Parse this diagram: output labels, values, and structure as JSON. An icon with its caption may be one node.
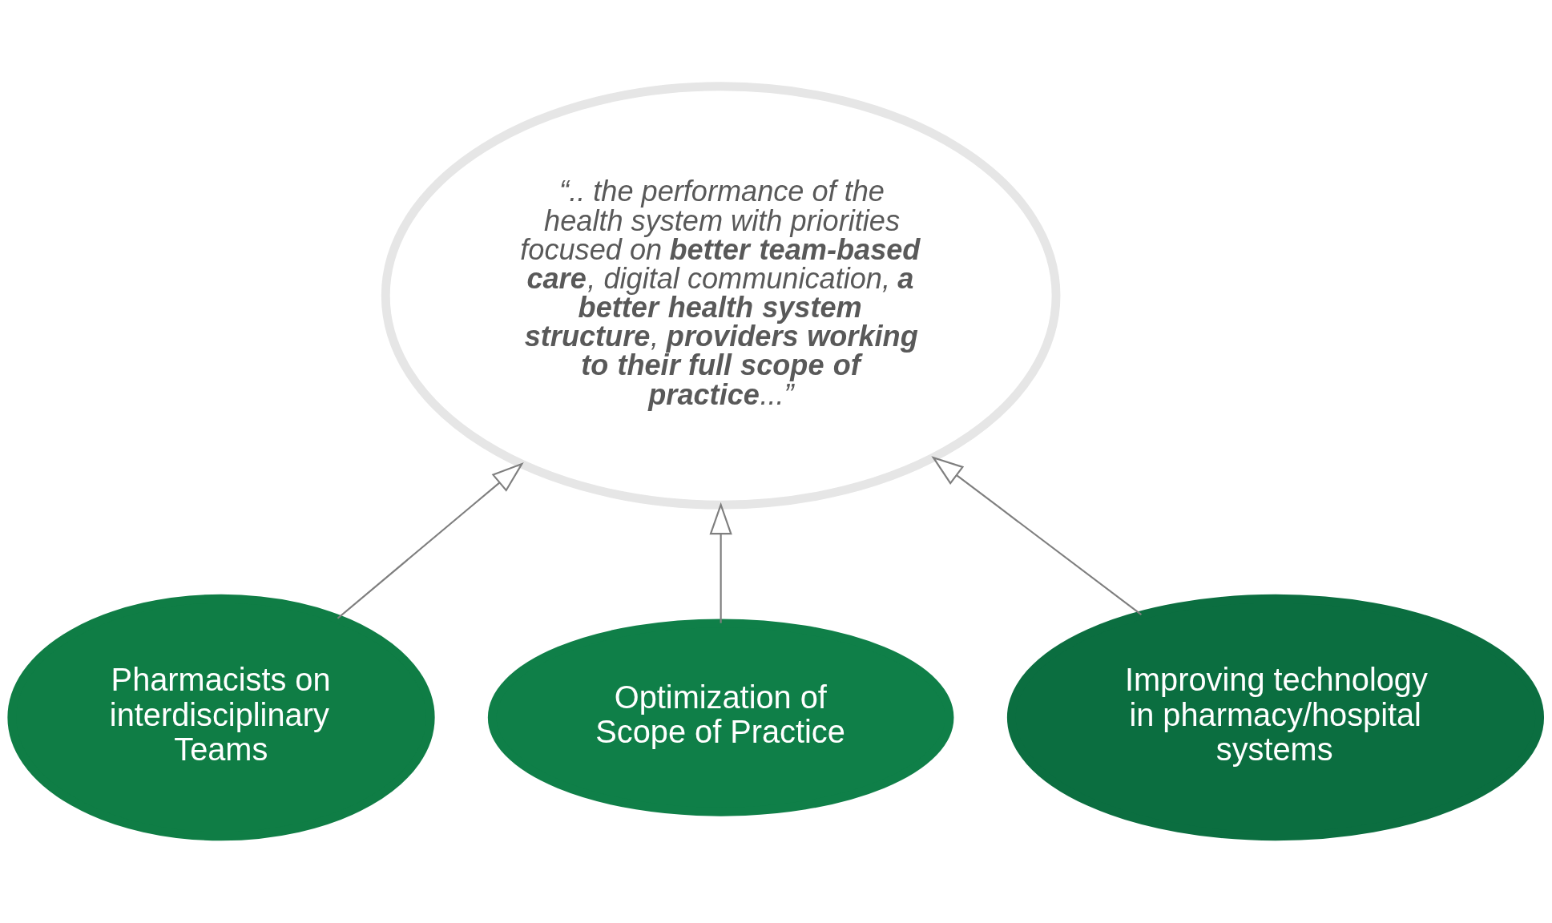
{
  "diagram": {
    "nodes": [
      {
        "text": [
          "“.. the performance of the health system with priorities focused on **better team-based care**, digital communication, **a better health system structure**, **providers working to their full scope of practice**...”"
        ]
      },
      {
        "text": [
          "Pharmacists on interdisciplinary Teams"
        ]
      },
      {
        "text": [
          "Optimization of Scope of Practice"
        ]
      },
      {
        "text": [
          "Improving technology in pharmacy/hospital systems"
        ]
      }
    ],
    "edges": [
      {
        "from": 1,
        "to": 0,
        "arrow": "to"
      },
      {
        "from": 2,
        "to": 0,
        "arrow": "to"
      },
      {
        "from": 3,
        "to": 0,
        "arrow": "to"
      }
    ]
  }
}
